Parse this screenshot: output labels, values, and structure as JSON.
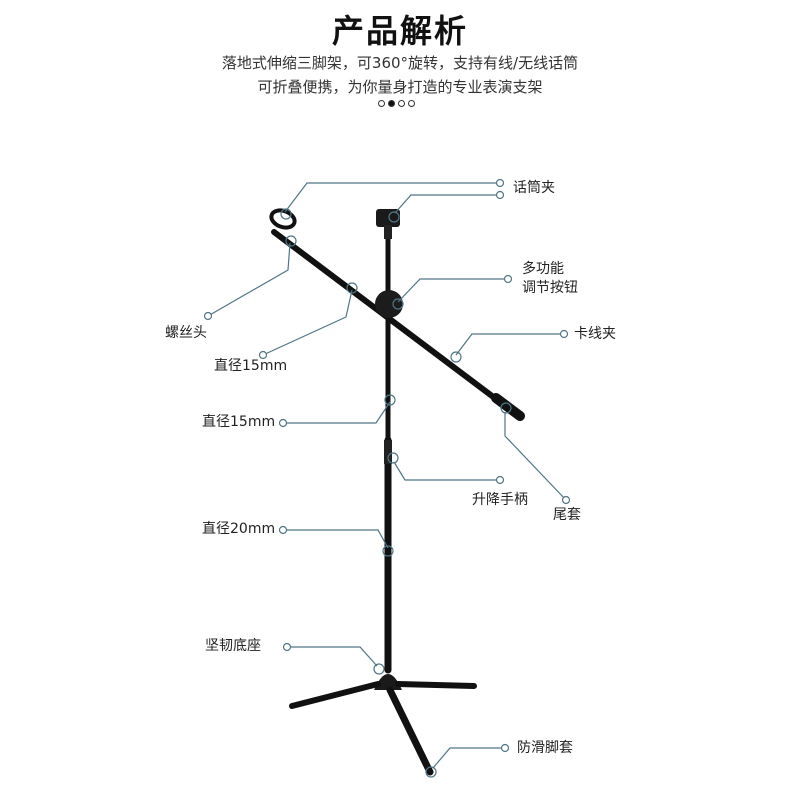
{
  "header": {
    "title": "产品解析",
    "subtitle_line1": "落地式伸缩三脚架，可360°旋转，支持有线/无线话筒",
    "subtitle_line2": "可折叠便携，为你量身打造的专业表演支架",
    "pager": {
      "count": 4,
      "active_index": 1
    }
  },
  "callouts": {
    "mic_clip": "话筒夹",
    "multi_knob_line1": "多功能",
    "multi_knob_line2": "调节按钮",
    "screw_head": "螺丝头",
    "boom_diameter": "直径15mm",
    "cable_clip": "卡线夹",
    "upper_pole_diameter": "直径15mm",
    "tail_sleeve": "尾套",
    "lift_handle": "升降手柄",
    "lower_pole_diameter": "直径20mm",
    "base": "坚韧底座",
    "foot_cover": "防滑脚套"
  },
  "colors": {
    "leader_line": "#4f7686",
    "stand": "#111111"
  }
}
